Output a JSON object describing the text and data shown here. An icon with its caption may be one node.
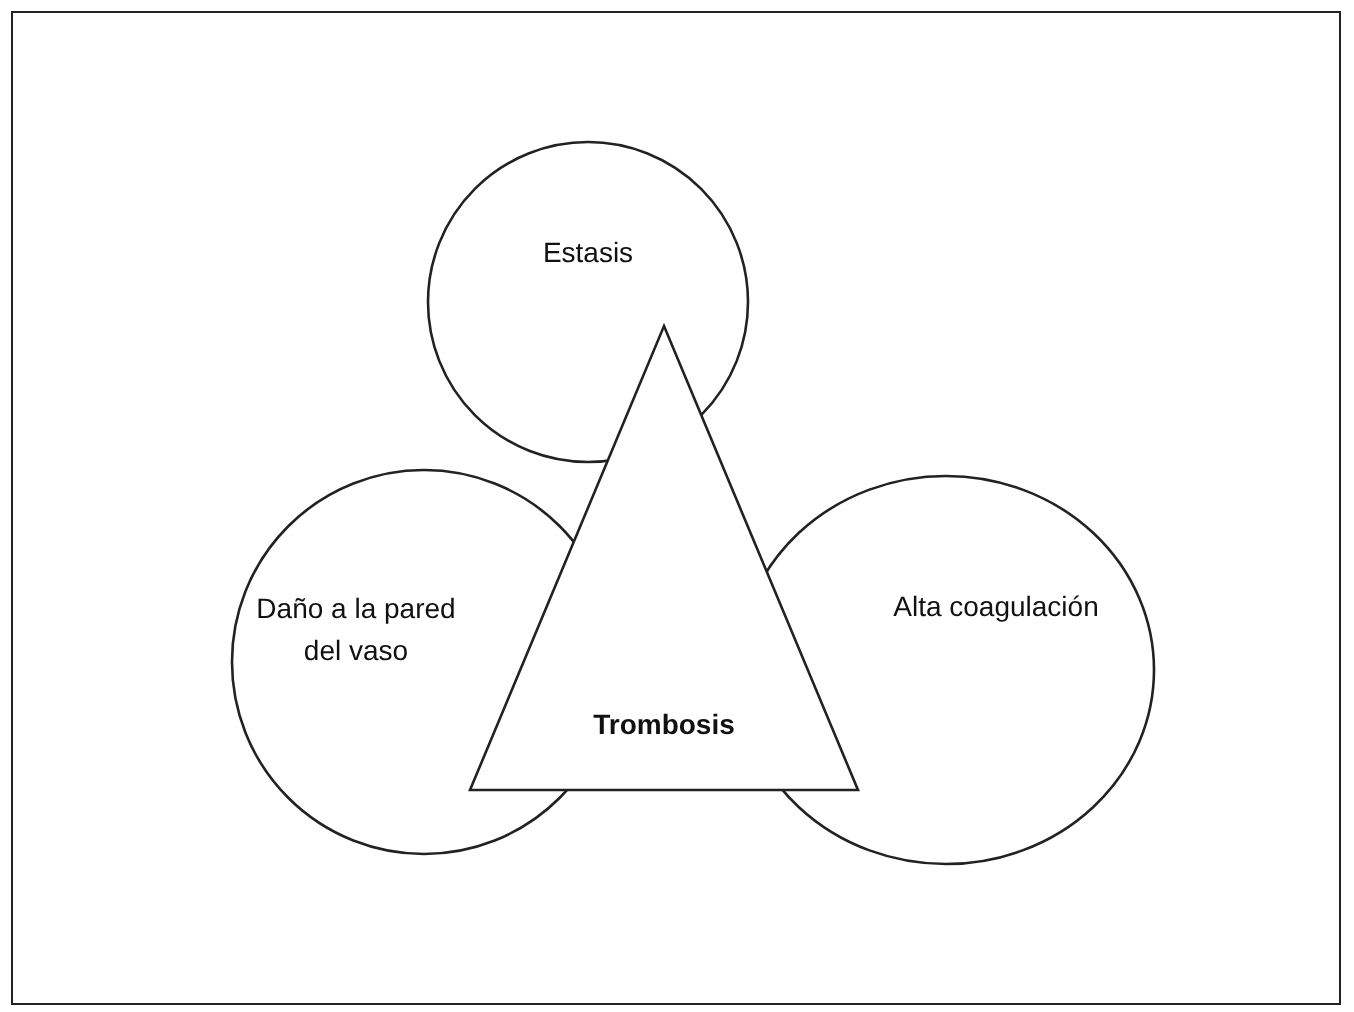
{
  "diagram": {
    "nodes": [
      {
        "text": [
          "Estasis"
        ]
      },
      {
        "text": [
          "Daño a la pared del vaso"
        ]
      },
      {
        "text": [
          "Alta coagulación"
        ]
      },
      {
        "text": [
          "Trombosis"
        ]
      }
    ]
  }
}
